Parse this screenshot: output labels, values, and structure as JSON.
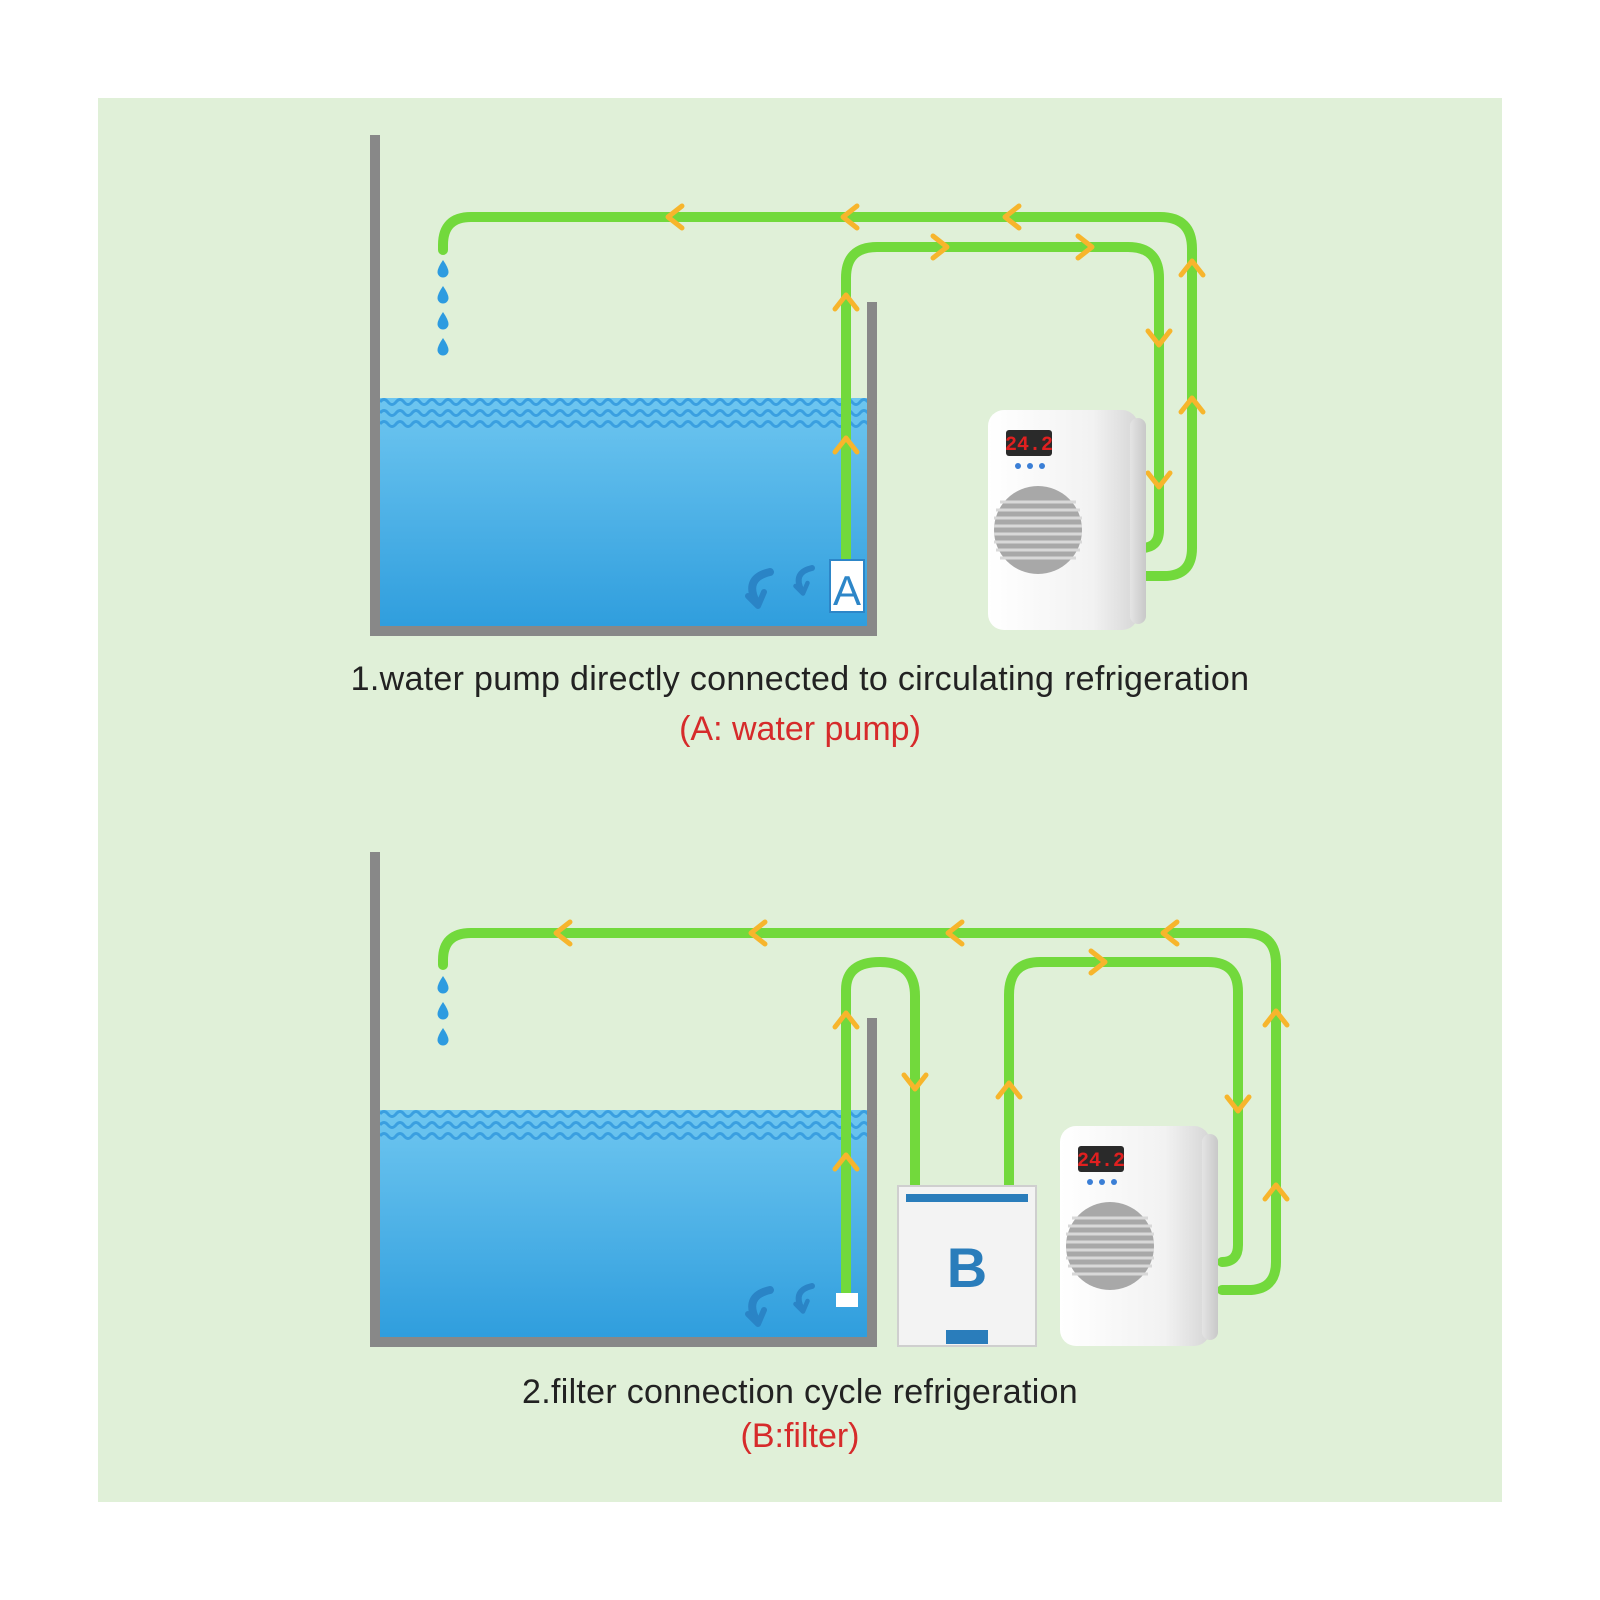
{
  "colors": {
    "background": "#e0f0d8",
    "pipe": "#72d93c",
    "arrow": "#f7b52c",
    "water": "#4fb3e6",
    "tank_wall": "#888888",
    "caption_text": "#222222",
    "caption_accent": "#d62b2b",
    "display": "#e02020",
    "filter_stripe": "#2a7dbb"
  },
  "diagram1": {
    "pump_label": "A",
    "chiller_display": "24.2",
    "caption": "1.water pump directly connected to circulating refrigeration",
    "subcaption": "(A:  water pump)"
  },
  "diagram2": {
    "filter_label": "B",
    "chiller_display": "24.2",
    "caption": "2.filter connection cycle refrigeration",
    "subcaption": "(B:filter)"
  },
  "icons": [
    "water-drop-icon",
    "flow-arrow-icon",
    "swirl-icon",
    "chiller-fan-grille-icon"
  ]
}
